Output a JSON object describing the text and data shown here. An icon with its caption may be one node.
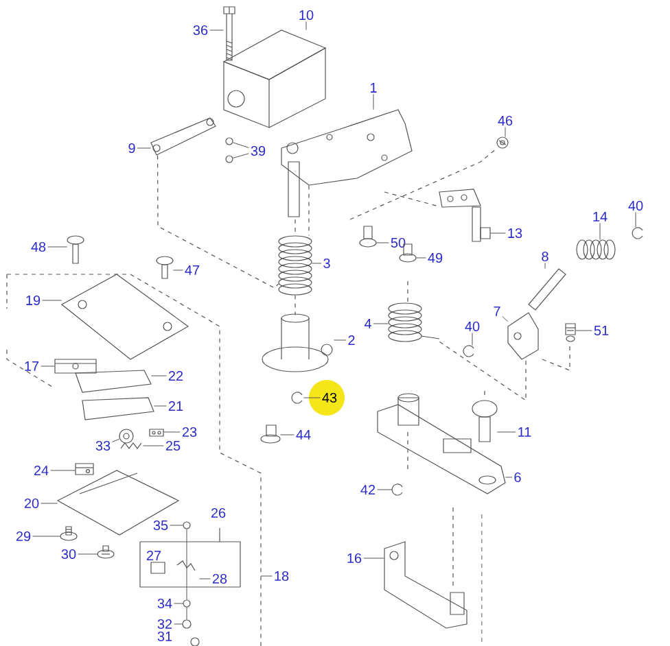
{
  "diagram": {
    "nodes": [
      {
        "text": [
          "36"
        ]
      },
      {
        "text": [
          "10"
        ]
      },
      {
        "text": [
          "9"
        ]
      },
      {
        "text": [
          "39"
        ]
      },
      {
        "text": [
          "1"
        ]
      },
      {
        "text": [
          "46"
        ]
      },
      {
        "text": [
          "13"
        ]
      },
      {
        "text": [
          "50"
        ]
      },
      {
        "text": [
          "49"
        ]
      },
      {
        "text": [
          "14"
        ]
      },
      {
        "text": [
          "40"
        ]
      },
      {
        "text": [
          "8"
        ]
      },
      {
        "text": [
          "48"
        ]
      },
      {
        "text": [
          "47"
        ]
      },
      {
        "text": [
          "3"
        ]
      },
      {
        "text": [
          "19"
        ]
      },
      {
        "text": [
          "4"
        ]
      },
      {
        "text": [
          "7"
        ]
      },
      {
        "text": [
          "40"
        ]
      },
      {
        "text": [
          "2"
        ]
      },
      {
        "text": [
          "51"
        ]
      },
      {
        "text": [
          "17"
        ]
      },
      {
        "text": [
          "22"
        ]
      },
      {
        "text": [
          "21"
        ]
      },
      {
        "text": [
          "43"
        ]
      },
      {
        "text": [
          "23"
        ]
      },
      {
        "text": [
          "33"
        ]
      },
      {
        "text": [
          "25"
        ]
      },
      {
        "text": [
          "11"
        ]
      },
      {
        "text": [
          "44"
        ]
      },
      {
        "text": [
          "24"
        ]
      },
      {
        "text": [
          "6"
        ]
      },
      {
        "text": [
          "42"
        ]
      },
      {
        "text": [
          "20"
        ]
      },
      {
        "text": [
          "35"
        ]
      },
      {
        "text": [
          "29"
        ]
      },
      {
        "text": [
          "30"
        ]
      },
      {
        "text": [
          "16"
        ]
      },
      {
        "text": [
          "18"
        ]
      },
      {
        "text": [
          "28"
        ]
      },
      {
        "text": [
          "34"
        ]
      },
      {
        "text": [
          "32"
        ]
      },
      {
        "text": [],
        "shape": "picture"
      },
      {
        "text": [],
        "shape": "picture"
      },
      {
        "text": [],
        "shape": "picture"
      },
      {
        "text": [],
        "shape": "picture"
      },
      {
        "text": [],
        "shape": "picture"
      },
      {
        "text": [],
        "shape": "picture"
      },
      {
        "text": [],
        "shape": "picture"
      },
      {
        "text": [],
        "shape": "picture"
      },
      {
        "text": [],
        "shape": "picture"
      },
      {
        "text": [],
        "shape": "picture"
      },
      {
        "text": [],
        "shape": "picture"
      },
      {
        "text": [],
        "shape": "picture"
      },
      {
        "text": [],
        "shape": "picture"
      },
      {
        "text": [],
        "shape": "picture"
      },
      {
        "text": [],
        "shape": "picture"
      },
      {
        "text": [],
        "shape": "picture"
      },
      {
        "text": [],
        "shape": "picture"
      },
      {
        "text": [],
        "shape": "picture"
      },
      {
        "text": [],
        "shape": "picture"
      },
      {
        "text": [],
        "shape": "picture"
      },
      {
        "text": [],
        "shape": "picture"
      },
      {
        "text": [],
        "shape": "picture"
      },
      {
        "text": [],
        "shape": "picture"
      },
      {
        "text": [],
        "shape": "picture"
      },
      {
        "text": [],
        "shape": "picture"
      },
      {
        "text": [],
        "shape": "picture"
      },
      {
        "text": [],
        "shape": "picture"
      },
      {
        "text": [],
        "shape": "picture"
      },
      {
        "text": [],
        "shape": "picture"
      },
      {
        "text": [],
        "shape": "picture"
      },
      {
        "text": [],
        "shape": "picture"
      },
      {
        "text": [],
        "shape": "picture"
      },
      {
        "text": [],
        "shape": "picture"
      },
      {
        "text": [],
        "shape": "picture"
      },
      {
        "text": [],
        "shape": "picture"
      },
      {
        "text": [],
        "shape": "picture"
      },
      {
        "text": [],
        "shape": "picture"
      },
      {
        "text": [],
        "shape": "picture"
      },
      {
        "text": [],
        "shape": "picture"
      },
      {
        "text": [],
        "shape": "picture"
      },
      {
        "text": [],
        "shape": "picture"
      },
      {
        "text": [],
        "shape": "picture"
      }
    ],
    "edges": [
      {
        "from": 0,
        "to": 42,
        "arrow": "none"
      },
      {
        "from": 1,
        "to": 43,
        "arrow": "none"
      },
      {
        "from": 2,
        "to": 44,
        "arrow": "none"
      },
      {
        "from": 3,
        "to": 45,
        "arrow": "none"
      },
      {
        "from": 3,
        "to": 46,
        "arrow": "none"
      },
      {
        "from": 4,
        "to": 47,
        "arrow": "none"
      },
      {
        "from": 5,
        "to": 48,
        "arrow": "none"
      },
      {
        "from": 6,
        "to": 49,
        "arrow": "none"
      },
      {
        "from": 7,
        "to": 50,
        "arrow": "none"
      },
      {
        "from": 8,
        "to": 51,
        "arrow": "none"
      },
      {
        "from": 9,
        "to": 52,
        "arrow": "none"
      },
      {
        "from": 10,
        "to": 53,
        "arrow": "none"
      },
      {
        "from": 11,
        "to": 54,
        "arrow": "none"
      },
      {
        "from": 12,
        "to": 55,
        "arrow": "none"
      },
      {
        "from": 13,
        "to": 56,
        "arrow": "none"
      },
      {
        "from": 14,
        "to": 57,
        "arrow": "none"
      },
      {
        "from": 15,
        "to": 58,
        "arrow": "none"
      },
      {
        "from": 16,
        "to": 59,
        "arrow": "none"
      },
      {
        "from": 17,
        "to": 60,
        "arrow": "none"
      },
      {
        "from": 18,
        "to": 61,
        "arrow": "none"
      },
      {
        "from": 19,
        "to": 62,
        "arrow": "none"
      },
      {
        "from": 20,
        "to": 63,
        "arrow": "none"
      },
      {
        "from": 21,
        "to": 64,
        "arrow": "none"
      },
      {
        "from": 22,
        "to": 65,
        "arrow": "none"
      },
      {
        "from": 23,
        "to": 66,
        "arrow": "none"
      },
      {
        "from": 24,
        "to": 67,
        "arrow": "none"
      },
      {
        "from": 25,
        "to": 68,
        "arrow": "none"
      },
      {
        "from": 26,
        "to": 69,
        "arrow": "none"
      },
      {
        "from": 27,
        "to": 70,
        "arrow": "none"
      },
      {
        "from": 28,
        "to": 71,
        "arrow": "none"
      },
      {
        "from": 29,
        "to": 72,
        "arrow": "none"
      },
      {
        "from": 30,
        "to": 73,
        "arrow": "none"
      },
      {
        "from": 31,
        "to": 74,
        "arrow": "none"
      },
      {
        "from": 32,
        "to": 75,
        "arrow": "none"
      },
      {
        "from": 33,
        "to": 76,
        "arrow": "none"
      },
      {
        "from": 34,
        "to": 77,
        "arrow": "none"
      },
      {
        "from": 35,
        "to": 78,
        "arrow": "none"
      },
      {
        "from": 36,
        "to": 79,
        "arrow": "none"
      },
      {
        "from": 37,
        "to": 80,
        "arrow": "none"
      },
      {
        "from": 38,
        "to": null,
        "arrow": "none"
      },
      {
        "from": 39,
        "to": 81,
        "arrow": "none"
      },
      {
        "from": 40,
        "to": 82,
        "arrow": "none"
      },
      {
        "from": 41,
        "to": 83,
        "arrow": "none"
      },
      {
        "from": 44,
        "to": 57,
        "arrow": "none",
        "style": "dashed"
      },
      {
        "from": 47,
        "to": 57,
        "arrow": "none",
        "style": "dashed"
      },
      {
        "from": 57,
        "to": 62,
        "arrow": "none",
        "style": "dashed"
      },
      {
        "from": 59,
        "to": 60,
        "arrow": "none",
        "style": "dashed"
      },
      {
        "from": 77,
        "to": 82,
        "arrow": "none"
      },
      {
        "from": 82,
        "to": 83,
        "arrow": "none"
      }
    ],
    "labels": [
      "26",
      "27",
      "31"
    ]
  }
}
